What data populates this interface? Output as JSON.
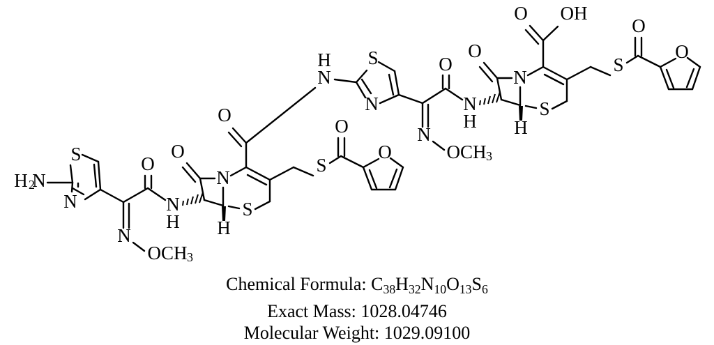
{
  "document": {
    "type": "chemical-structure-diagram",
    "background_color": "#ffffff",
    "line_color": "#000000"
  },
  "caption": {
    "formula_prefix": "Chemical Formula: ",
    "formula": {
      "parts": [
        {
          "element": "C",
          "count": "38"
        },
        {
          "element": "H",
          "count": "32"
        },
        {
          "element": "N",
          "count": "10"
        },
        {
          "element": "O",
          "count": "13"
        },
        {
          "element": "S",
          "count": "6"
        }
      ],
      "plain": "C38H32N10O13S6"
    },
    "exact_mass_label": "Exact Mass: ",
    "exact_mass_value": "1028.04746",
    "molecular_weight_label": "Molecular Weight: ",
    "molecular_weight_value": "1029.09100",
    "lines": [
      "Chemical Formula: C38H32N10O13S6",
      "Exact Mass: 1028.04746",
      "Molecular Weight: 1029.09100"
    ]
  },
  "structure": {
    "name": "bis-cephalosporin dimer",
    "atom_labels": {
      "amine_left": "H",
      "amine_left_sub": "2",
      "amine_left_n": "N",
      "thiazole_left_s": "S",
      "thiazole_left_n": "N",
      "oxime_left_n": "N",
      "methoxy_left": "OCH",
      "methoxy_left_sub": "3",
      "amide_left_o": "O",
      "amide_left_n": "N",
      "amide_left_h": "H",
      "lactam_left_o": "O",
      "lactam_left_n": "N",
      "cephem_left_s": "S",
      "stereo_left_h": "H",
      "thioester_left_s": "S",
      "thioester_left_o": "O",
      "furan_left_o": "O",
      "link_amide_o": "O",
      "link_amide_n": "N",
      "link_amide_h": "H",
      "thiazole_mid_s": "S",
      "thiazole_mid_n": "N",
      "oxime_right_n": "N",
      "methoxy_right": "OCH",
      "methoxy_right_sub": "3",
      "amide_right_o": "O",
      "amide_right_n": "N",
      "amide_right_h": "H",
      "lactam_right_o": "O",
      "lactam_right_n": "N",
      "cephem_right_s": "S",
      "stereo_right_h": "H",
      "carboxyl_o": "O",
      "carboxyl_oh": "OH",
      "thioester_right_s": "S",
      "thioester_right_o": "O",
      "furan_right_o": "O"
    },
    "fragments": [
      "2-aminothiazole",
      "methoxyimino (oxime ether)",
      "beta-lactam / cephem bicycle",
      "2-furoyl thioester",
      "central 2-aminothiazol-4-yl bridge",
      "carboxylic acid"
    ]
  }
}
